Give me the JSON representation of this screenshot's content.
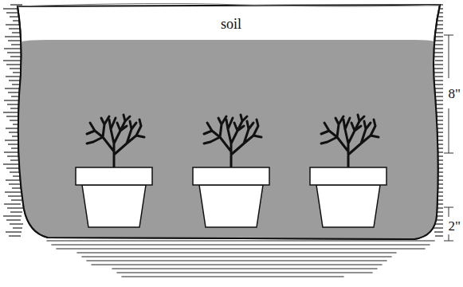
{
  "diagram": {
    "labels": [
      "soil",
      "8\"",
      "2\""
    ]
  }
}
